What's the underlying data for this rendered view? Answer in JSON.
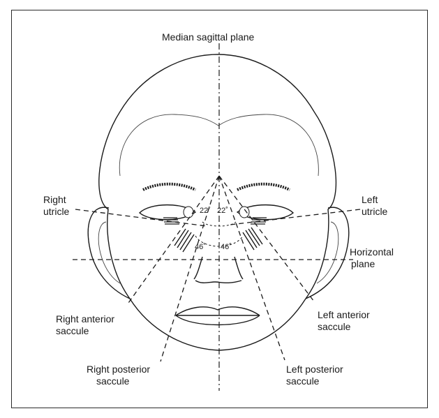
{
  "labels": {
    "median_sagittal_plane": "Median sagittal plane",
    "right_utricle": [
      "Right",
      "utricle"
    ],
    "left_utricle": [
      "Left",
      "utricle"
    ],
    "horizontal_plane": [
      "Horizontal",
      "plane"
    ],
    "right_anterior_saccule": [
      "Right anterior",
      "saccule"
    ],
    "left_anterior_saccule": [
      "Left anterior",
      "saccule"
    ],
    "right_posterior_saccule": [
      "Right posterior",
      "saccule"
    ],
    "left_posterior_saccule": [
      "Left posterior",
      "saccule"
    ]
  },
  "angles": {
    "utricle_left": "22˚",
    "utricle_right": "22˚",
    "saccule_left": "46˚",
    "saccule_right": "46˚"
  }
}
